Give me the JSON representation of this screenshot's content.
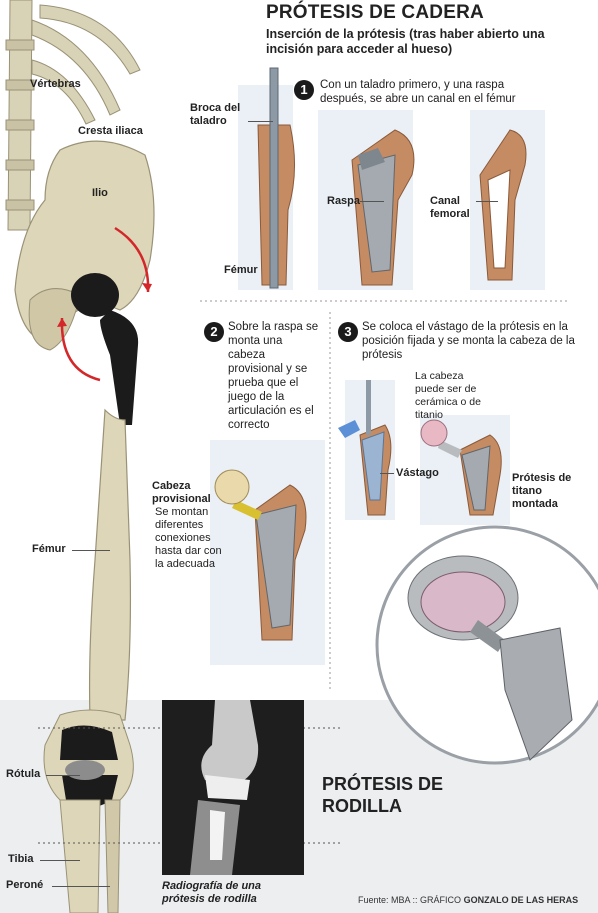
{
  "title": "PRÓTESIS DE CADERA",
  "subtitle": "Inserción de la prótesis (tras haber abierto una incisión para acceder al hueso)",
  "skeleton": {
    "vertebras": "Vértebras",
    "cresta": "Cresta iliaca",
    "ilio": "Ilio",
    "femur": "Fémur",
    "rotula": "Rótula",
    "tibia": "Tibia",
    "perone": "Peroné"
  },
  "step1": {
    "number": "1",
    "text": "Con un taladro primero, y una raspa después, se abre un canal en el fémur",
    "broca": "Broca del taladro",
    "femur": "Fémur",
    "raspa": "Raspa",
    "canal": "Canal femoral"
  },
  "step2": {
    "number": "2",
    "text": "Sobre la raspa se monta una cabeza provisional y se prueba que el juego de la articulación es el correcto",
    "cabeza": "Cabeza provisional",
    "conexiones": "Se montan diferentes conexiones hasta dar con la adecuada"
  },
  "step3": {
    "number": "3",
    "text": "Se coloca el vástago de la prótesis en la posición fijada y se monta la cabeza de la prótesis",
    "cabeza_material": "La cabeza puede ser de cerámica o de titanio",
    "vastago": "Vástago",
    "protesis": "Prótesis de titano montada"
  },
  "knee": {
    "title": "PRÓTESIS DE RODILLA",
    "xray_caption": "Radiografía de una prótesis de rodilla"
  },
  "footer": {
    "source": "Fuente: MBA",
    "credit_prefix": ":: GRÁFICO",
    "credit_name": "GONZALO DE LAS HERAS"
  }
}
